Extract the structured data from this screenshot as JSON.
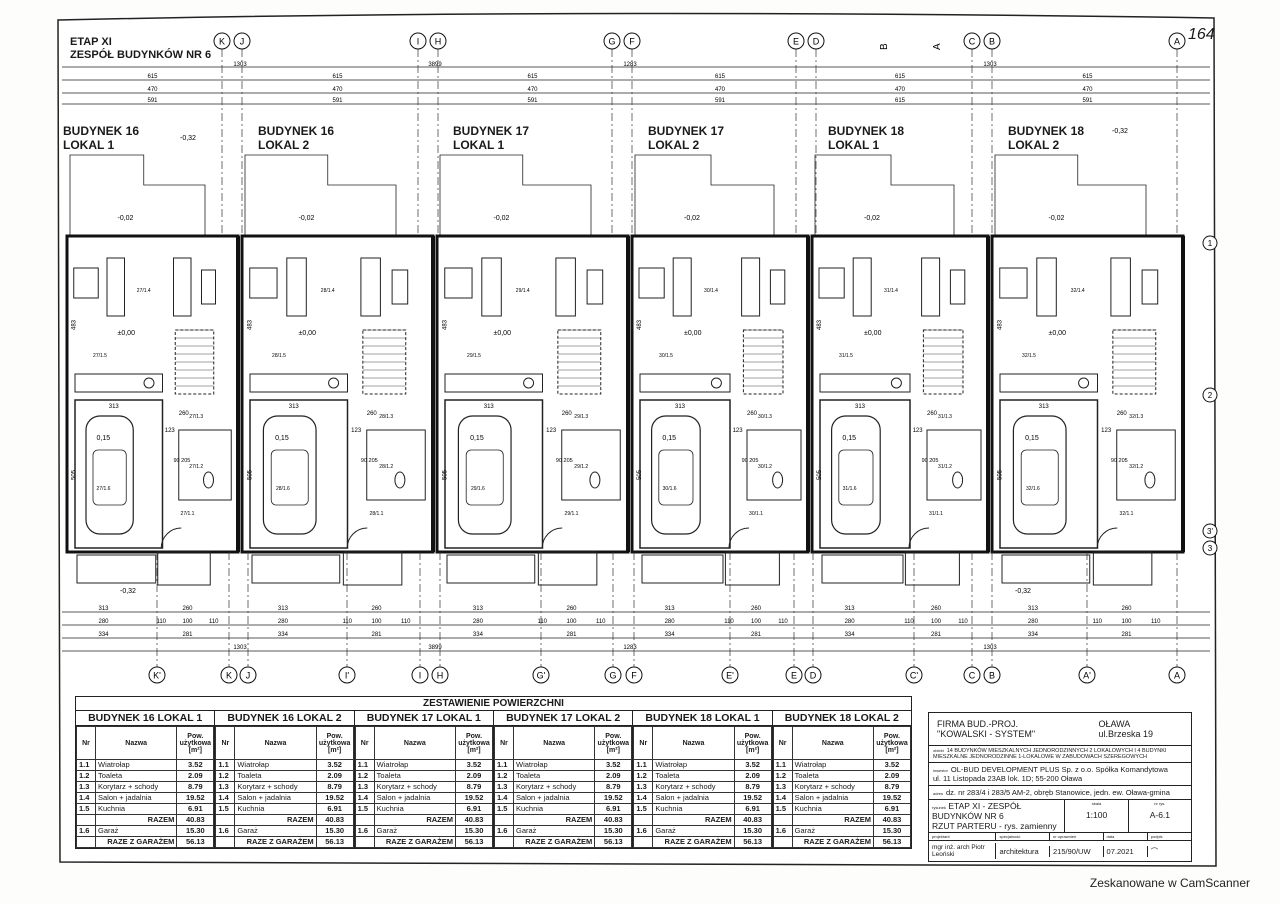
{
  "header": {
    "stage": "ETAP XI",
    "group": "ZESPÓŁ BUDYNKÓW NR 6",
    "page_number": "164"
  },
  "top_axes": [
    "K",
    "J",
    "I",
    "H",
    "G",
    "F",
    "E",
    "D",
    "C",
    "B",
    "A"
  ],
  "top_dims": {
    "row1": [
      "1303",
      "3899",
      "1283",
      "1303"
    ],
    "row2": [
      "615",
      "615",
      "615",
      "615",
      "615",
      "615"
    ],
    "row3": [
      "470",
      "470",
      "470",
      "470",
      "470",
      "470"
    ],
    "row4": [
      "591",
      "591",
      "591",
      "591",
      "615",
      "591"
    ]
  },
  "section_marks": [
    "B",
    "A"
  ],
  "units": [
    {
      "building": "BUDYNEK 16",
      "lokal": "LOKAL 1",
      "code": "27"
    },
    {
      "building": "BUDYNEK 16",
      "lokal": "LOKAL 2",
      "code": "28"
    },
    {
      "building": "BUDYNEK 17",
      "lokal": "LOKAL 1",
      "code": "29"
    },
    {
      "building": "BUDYNEK 17",
      "lokal": "LOKAL 2",
      "code": "30"
    },
    {
      "building": "BUDYNEK 18",
      "lokal": "LOKAL 1",
      "code": "31"
    },
    {
      "building": "BUDYNEK 18",
      "lokal": "LOKAL 2",
      "code": "32"
    }
  ],
  "levels": {
    "outside": "-0,32",
    "terrace": "-0,02",
    "floor": "±0,00",
    "garage": "0,15"
  },
  "unit_dims": {
    "width": "313",
    "side": "260",
    "depth": "505",
    "hall": "123",
    "door": "90 205",
    "room": "483"
  },
  "bottom_dims": {
    "row1": [
      "313",
      "260"
    ],
    "row2": [
      "280",
      "110",
      "100",
      "110"
    ],
    "row3": [
      "334",
      "281"
    ],
    "totals": [
      "1303",
      "3899",
      "1283",
      "1303"
    ]
  },
  "bottom_axes": [
    "K'",
    "K",
    "J",
    "I'",
    "I",
    "H",
    "G'",
    "G",
    "F",
    "E'",
    "E",
    "D",
    "C'",
    "C",
    "B",
    "A'",
    "A"
  ],
  "right_axes": [
    "1",
    "2",
    "3'",
    "3"
  ],
  "summary": {
    "title": "ZESTAWIENIE POWIERZCHNI",
    "col_nr": "Nr",
    "col_name": "Nazwa",
    "col_area": "Pow. użytkowa [m²]",
    "blocks": [
      {
        "title": "BUDYNEK 16 LOKAL 1"
      },
      {
        "title": "BUDYNEK 16 LOKAL 2"
      },
      {
        "title": "BUDYNEK 17 LOKAL 1"
      },
      {
        "title": "BUDYNEK 17 LOKAL 2"
      },
      {
        "title": "BUDYNEK 18 LOKAL 1"
      },
      {
        "title": "BUDYNEK 18 LOKAL 2"
      }
    ],
    "rows": [
      {
        "nr": "1.1",
        "name": "Wiatrołap",
        "area": "3.52"
      },
      {
        "nr": "1.2",
        "name": "Toaleta",
        "area": "2.09"
      },
      {
        "nr": "1.3",
        "name": "Korytarz + schody",
        "area": "8.79"
      },
      {
        "nr": "1.4",
        "name": "Salon + jadalnia",
        "area": "19.52"
      },
      {
        "nr": "1.5",
        "name": "Kuchnia",
        "area": "6.91"
      },
      {
        "nr": "",
        "name": "RAZEM",
        "area": "40.83"
      },
      {
        "nr": "1.6",
        "name": "Garaż",
        "area": "15.30"
      },
      {
        "nr": "",
        "name": "RAZE Z GARAŻEM",
        "area": "56.13"
      }
    ]
  },
  "title_block": {
    "firm": "FIRMA BUD.-PROJ.",
    "firm_name": "\"KOWALSKI - SYSTEM\"",
    "city": "OŁAWA",
    "address": "ul.Brzeska 19",
    "object_label": "obiekt",
    "object": "14 BUDYNKÓW MIESZKALNYCH JEDNORODZINNYCH 2 LOKALOWYCH I 4 BUDYNKI MIESZKALNE JEDNORODZINNE 1-LOKALOWE W ZABUDOWACH SZEREGOWYCH",
    "investor_label": "inwestor",
    "investor": "OL-BUD DEVELOPMENT PLUS Sp. z o.o. Spółka Komandytowa",
    "investor_addr": "ul. 11 Listopada 23AB lok. 1D; 55-200 Oława",
    "address_label": "adres",
    "plot": "dz. nr 283/4 i 283/5 AM-2, obręb Stanowice, jedn. ew. Oława-gmina",
    "drawing_label": "rysunek",
    "drawing": "ETAP XI - ZESPÓŁ BUDYNKÓW NR 6",
    "drawing2": "RZUT PARTERU - rys. zamienny",
    "scale_label": "skala",
    "scale": "1:100",
    "sheet_label": "nr rys.",
    "sheet": "A-6.1",
    "role_label": "projektant",
    "designer": "mgr inż. arch Piotr Leoński",
    "spec_label": "specjalność",
    "spec": "architektura",
    "perm_label": "nr uprawnień",
    "perm": "215/90/UW",
    "date_label": "data",
    "date": "07.2021",
    "sign_label": "podpis"
  },
  "footer": "Zeskanowane w CamScanner"
}
